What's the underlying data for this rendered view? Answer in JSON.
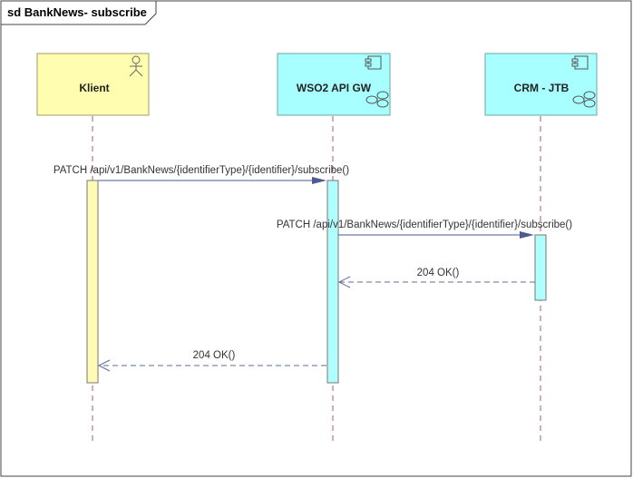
{
  "frame": {
    "title": "sd BankNews- subscribe"
  },
  "lifelines": [
    {
      "id": "klient",
      "name": "Klient",
      "kind": "actor",
      "color": "#fffeb0",
      "border": "#9c9c6a",
      "activation_color": "#fffbb4"
    },
    {
      "id": "wso2",
      "name": "WSO2 API GW",
      "kind": "component",
      "color": "#a8ffff",
      "border": "#6aa6a6",
      "activation_color": "#b0ffff"
    },
    {
      "id": "crm",
      "name": "CRM - JTB",
      "kind": "component",
      "color": "#a8ffff",
      "border": "#6aa6a6",
      "activation_color": "#b0ffff"
    }
  ],
  "messages": [
    {
      "from": "klient",
      "to": "wso2",
      "label": "PATCH /api/v1/BankNews/{identifierType}/{identifier}/subscribe()",
      "type": "sync"
    },
    {
      "from": "wso2",
      "to": "crm",
      "label": "PATCH /api/v1/BankNews/{identifierType}/{identifier}/subscribe()",
      "type": "sync"
    },
    {
      "from": "crm",
      "to": "wso2",
      "label": "204 OK()",
      "type": "return"
    },
    {
      "from": "wso2",
      "to": "klient",
      "label": "204 OK()",
      "type": "return"
    }
  ],
  "colors": {
    "frame": "#444444",
    "lifeline": "#a06070",
    "sync_line": "#4b5b8c",
    "return_line": "#5f6c99"
  }
}
